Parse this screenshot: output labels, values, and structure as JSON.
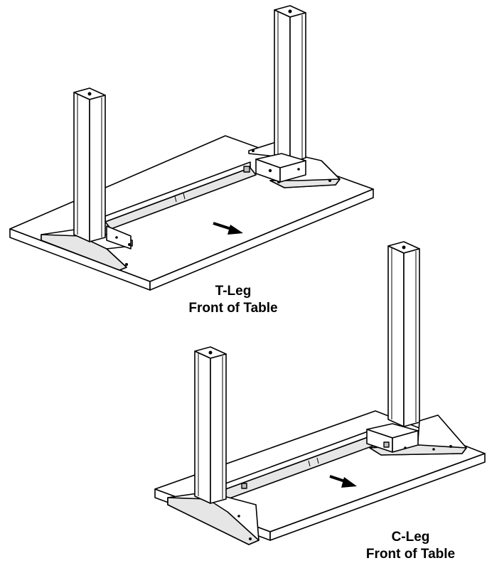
{
  "t_leg": {
    "line1": "T-Leg",
    "line2": "Front of Table"
  },
  "c_leg": {
    "line1": "C-Leg",
    "line2": "Front of Table"
  }
}
